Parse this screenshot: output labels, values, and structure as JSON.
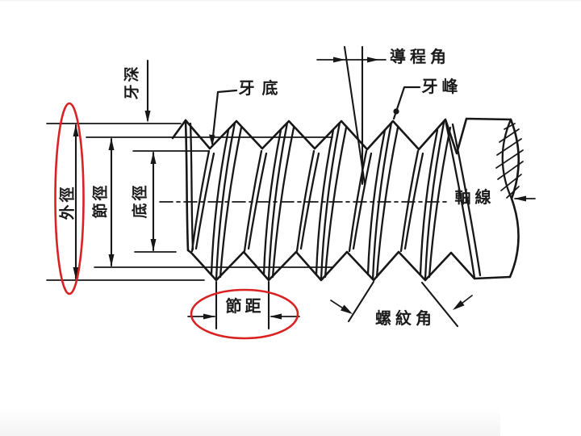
{
  "diagram": {
    "description": "scanned engineering diagram of screw thread terminology",
    "background_color": "#ffffff",
    "ink_color": "#171717",
    "highlight_color": "#d92222",
    "labels": {
      "thread_depth": "牙深",
      "thread_root": "牙底",
      "lead_angle": "導程角",
      "thread_crest": "牙峰",
      "major_diameter": "外徑",
      "pitch_diameter": "節徑",
      "minor_diameter": "底徑",
      "axis": "軸線",
      "pitch": "節距",
      "thread_angle": "螺紋角"
    },
    "highlighted_labels": [
      "外徑",
      "節距"
    ]
  }
}
